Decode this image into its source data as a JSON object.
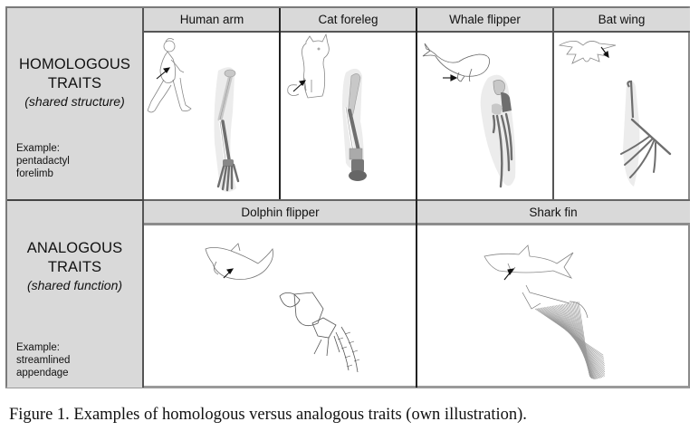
{
  "rows": [
    {
      "title_line1": "HOMOLOGOUS",
      "title_line2": "TRAITS",
      "subtitle": "(shared structure)",
      "example_label": "Example:",
      "example_line1": "pentadactyl",
      "example_line2": "forelimb",
      "columns": [
        {
          "header": "Human arm",
          "illustration": "human-arm-skeleton"
        },
        {
          "header": "Cat foreleg",
          "illustration": "cat-foreleg-skeleton"
        },
        {
          "header": "Whale flipper",
          "illustration": "whale-flipper-skeleton"
        },
        {
          "header": "Bat wing",
          "illustration": "bat-wing-skeleton"
        }
      ]
    },
    {
      "title_line1": "ANALOGOUS",
      "title_line2": "TRAITS",
      "subtitle": "(shared function)",
      "example_label": "Example:",
      "example_line1": "streamlined",
      "example_line2": "appendage",
      "columns": [
        {
          "header": "Dolphin flipper",
          "illustration": "dolphin-flipper-skeleton"
        },
        {
          "header": "Shark fin",
          "illustration": "shark-fin-skeleton"
        }
      ]
    }
  ],
  "caption": "Figure 1. Examples of homologous versus analogous traits (own illustration).",
  "colors": {
    "label_bg": "#d9d9d9",
    "bone_light": "#c8c8c8",
    "bone_dark": "#6e6e6e",
    "halo": "#ececec",
    "outline": "#555555"
  }
}
